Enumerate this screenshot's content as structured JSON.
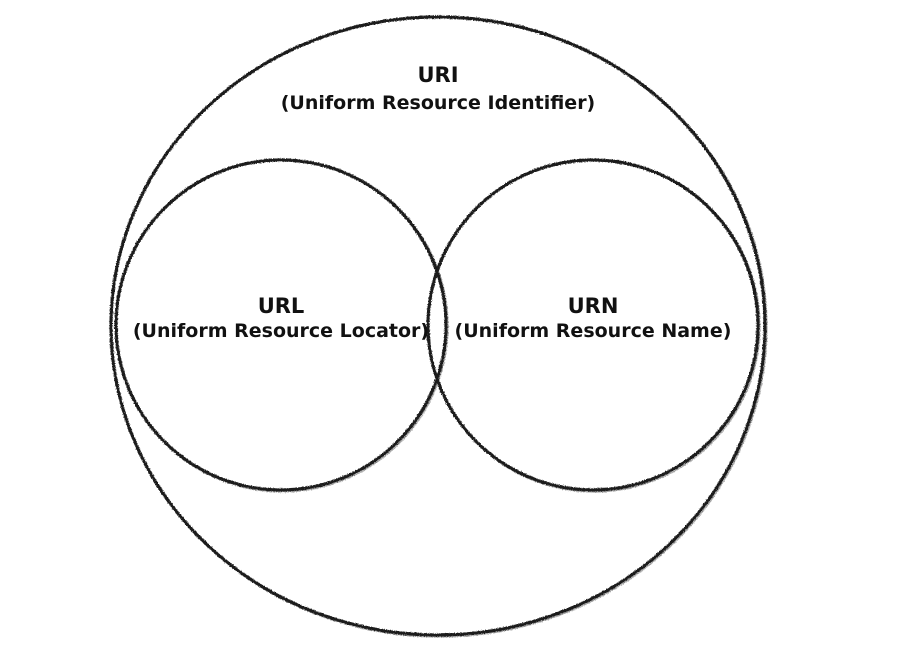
{
  "diagram": {
    "uri": {
      "title": "URI",
      "subtitle": "(Uniform Resource Identifier)"
    },
    "url": {
      "title": "URL",
      "subtitle": "(Uniform Resource Locator)"
    },
    "urn": {
      "title": "URN",
      "subtitle": "(Uniform Resource Name)"
    }
  },
  "colors": {
    "stroke": "#1a1a1a",
    "text": "#111111",
    "background": "#ffffff"
  }
}
